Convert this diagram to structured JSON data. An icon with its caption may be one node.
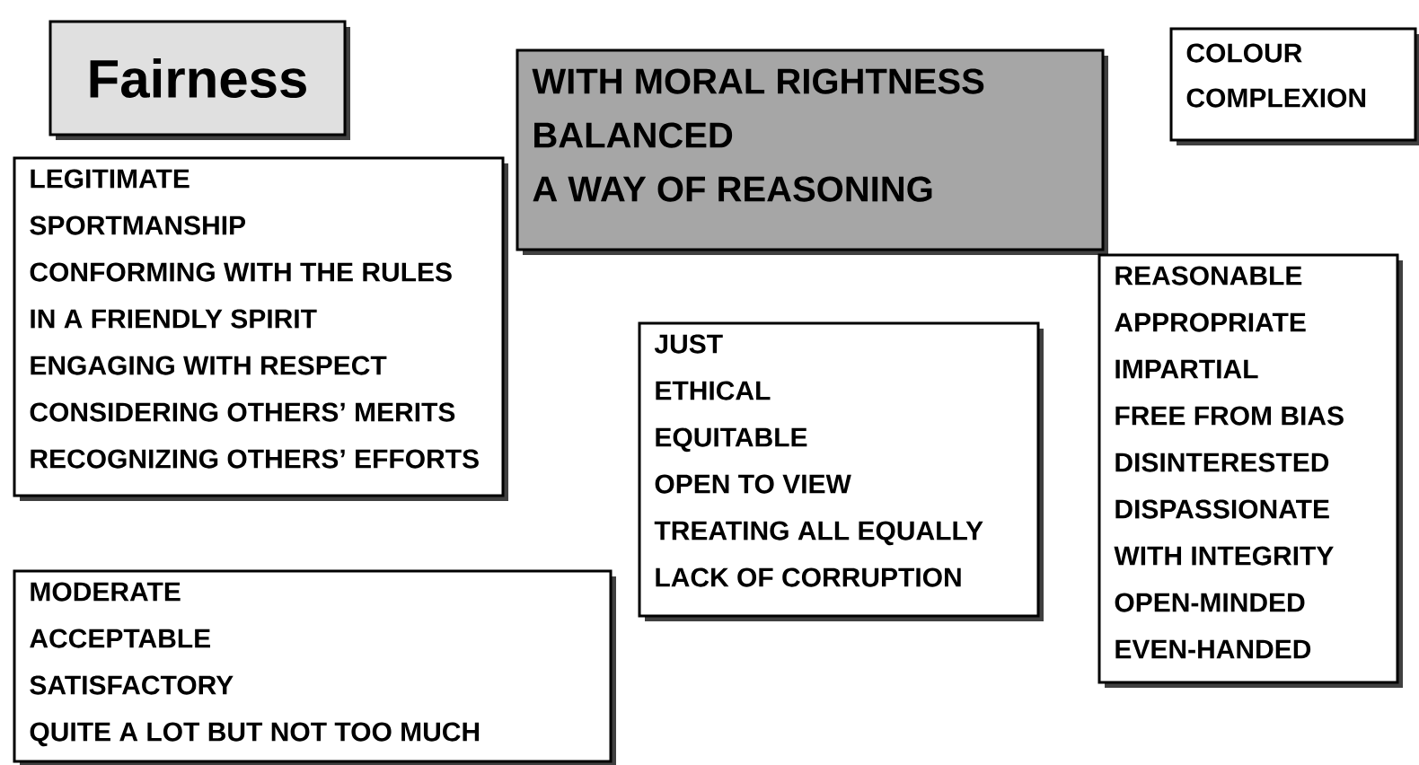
{
  "diagram": {
    "nodes": [
      {
        "text": [
          "Fairness"
        ]
      },
      {
        "text": [
          "WITH MORAL RIGHTNESS",
          "BALANCED",
          "A WAY OF REASONING"
        ]
      },
      {
        "text": [
          "COLOUR",
          "COMPLEXION"
        ]
      },
      {
        "text": [
          "LEGITIMATE",
          "SPORTMANSHIP",
          "CONFORMING WITH THE RULES",
          "IN A FRIENDLY SPIRIT",
          "ENGAGING WITH RESPECT",
          "CONSIDERING OTHERS’ MERITS",
          "RECOGNIZING OTHERS’ EFFORTS"
        ]
      },
      {
        "text": [
          "JUST",
          "ETHICAL",
          "EQUITABLE",
          "OPEN TO VIEW",
          "TREATING ALL EQUALLY",
          "LACK OF CORRUPTION"
        ]
      },
      {
        "text": [
          "REASONABLE",
          "APPROPRIATE",
          "IMPARTIAL",
          "FREE FROM BIAS",
          "DISINTERESTED",
          "DISPASSIONATE",
          "WITH INTEGRITY",
          "OPEN-MINDED",
          "EVEN-HANDED"
        ]
      },
      {
        "text": [
          "MODERATE",
          "ACCEPTABLE",
          "SATISFACTORY",
          "QUITE A LOT BUT NOT TOO MUCH"
        ]
      }
    ]
  }
}
